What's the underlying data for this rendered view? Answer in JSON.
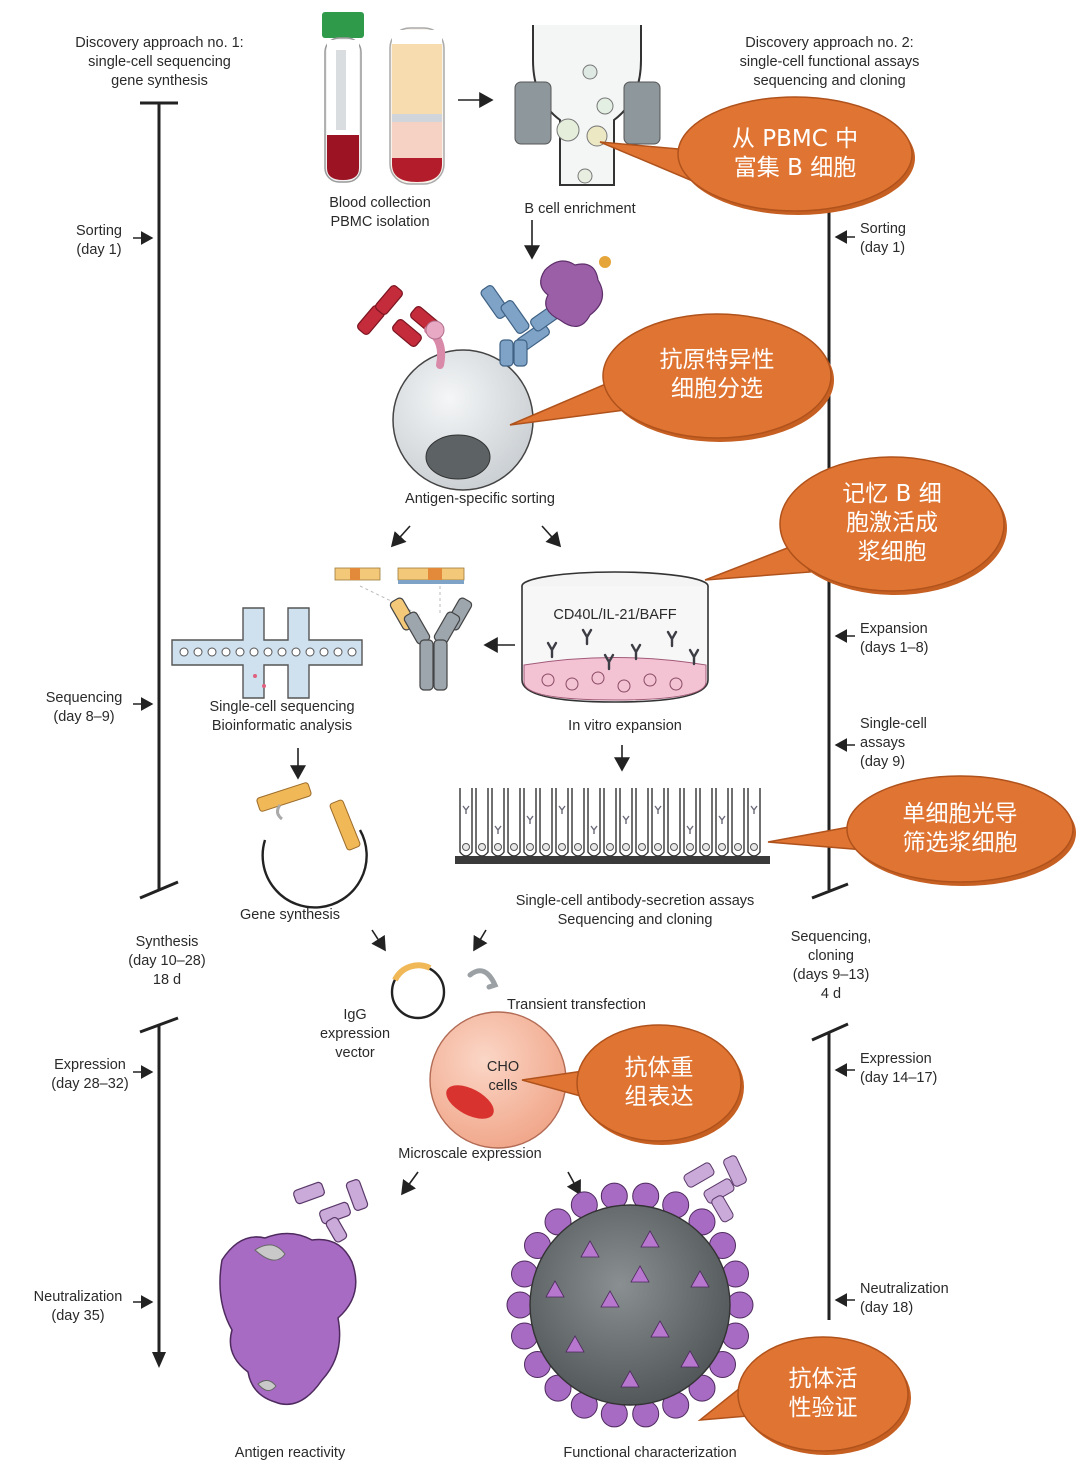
{
  "approach1": {
    "title_lines": [
      "Discovery approach no. 1:",
      "single-cell sequencing",
      "gene synthesis"
    ]
  },
  "approach2": {
    "title_lines": [
      "Discovery approach no. 2:",
      "single-cell functional assays",
      "sequencing and cloning"
    ]
  },
  "timeline_left": [
    {
      "lines": [
        "Sorting",
        "(day 1)"
      ]
    },
    {
      "lines": [
        "Sequencing",
        "(day 8–9)"
      ]
    },
    {
      "lines": [
        "Synthesis",
        "(day 10–28)",
        "18 d"
      ]
    },
    {
      "lines": [
        "Expression",
        "(day 28–32)"
      ]
    },
    {
      "lines": [
        "Neutralization",
        "(day 35)"
      ]
    }
  ],
  "timeline_right": [
    {
      "lines": [
        "Sorting",
        "(day 1)"
      ]
    },
    {
      "lines": [
        "Expansion",
        "(days 1–8)"
      ]
    },
    {
      "lines": [
        "Single-cell",
        "assays",
        "(day 9)"
      ]
    },
    {
      "lines": [
        "Sequencing,",
        "cloning",
        "(days 9–13)",
        "4 d"
      ]
    },
    {
      "lines": [
        "Expression",
        "(day 14–17)"
      ]
    },
    {
      "lines": [
        "Neutralization",
        "(day 18)"
      ]
    }
  ],
  "steps": {
    "blood": [
      "Blood collection",
      "PBMC isolation"
    ],
    "enrichment": [
      "B cell enrichment"
    ],
    "sorting": [
      "Antigen-specific sorting"
    ],
    "dish_label": "CD40L/IL-21/BAFF",
    "sequencing": [
      "Single-cell sequencing",
      "Bioinformatic analysis"
    ],
    "expansion": [
      "In vitro expansion"
    ],
    "secretion": [
      "Single-cell antibody-secretion assays",
      "Sequencing and cloning"
    ],
    "gene_synthesis": [
      "Gene synthesis"
    ],
    "vector": [
      "IgG",
      "expression",
      "vector"
    ],
    "transfection": [
      "Transient transfection"
    ],
    "cho": [
      "CHO",
      "cells"
    ],
    "microscale": [
      "Microscale expression"
    ],
    "antigen": [
      "Antigen reactivity"
    ],
    "functional": [
      "Functional characterization"
    ]
  },
  "callouts": [
    {
      "lines": [
        "从 PBMC 中",
        "富集 B 细胞"
      ]
    },
    {
      "lines": [
        "抗原特异性",
        "细胞分选"
      ]
    },
    {
      "lines": [
        "记忆 B 细",
        "胞激活成",
        "浆细胞"
      ]
    },
    {
      "lines": [
        "单细胞光导",
        "筛选浆细胞"
      ]
    },
    {
      "lines": [
        "抗体重",
        "组表达"
      ]
    },
    {
      "lines": [
        "抗体活",
        "性验证"
      ]
    }
  ],
  "colors": {
    "callout_fill": "#e07533",
    "callout_stroke": "#b0521c",
    "pink": "#e8a9c5",
    "purple": "#9b5fa8",
    "blue": "#7fa3c6",
    "red": "#b32232",
    "cell_grey": "#dfe2e4",
    "virus_grey": "#6f7476"
  }
}
